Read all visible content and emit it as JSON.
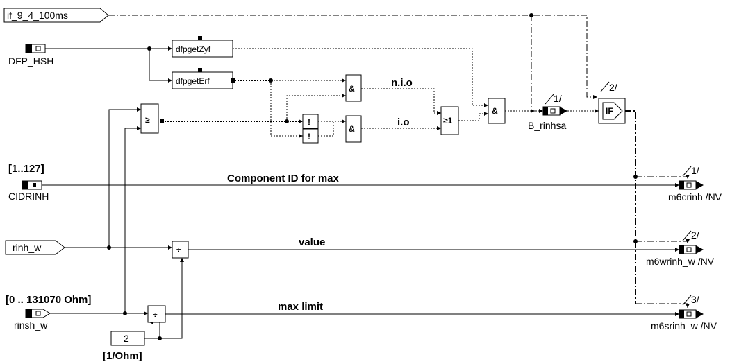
{
  "inputs": {
    "if_trigger": "if_9_4_100ms",
    "dfp_hsh": "DFP_HSH",
    "cidrinh": "CIDRINH",
    "rinh_w": "rinh_w",
    "rinsh_w": "rinsh_w"
  },
  "ranges": {
    "cid_range": "[1..127]",
    "rinsh_range": "[0 .. 131070 Ohm]",
    "const_unit": "[1/Ohm]"
  },
  "constants": {
    "two": "2"
  },
  "blocks": {
    "dfp_get_zyf": "dfpgetZyf",
    "dfp_get_erf": "dfpgetErf",
    "cmp_ge": "≥",
    "and": "&",
    "not": "!",
    "or": "≥1",
    "div": "÷",
    "if": "IF"
  },
  "signal_labels": {
    "nio": "n.i.o",
    "io": "i.o",
    "component_id": "Component ID for max",
    "value": "value",
    "max_limit": "max limit"
  },
  "outputs": {
    "b_rinhsa": "B_rinhsa",
    "m6crinh": "m6crinh /NV",
    "m6wrinh_w": "m6wrinh_w /NV",
    "m6srinh_w": "m6srinh_w /NV"
  },
  "sequence": {
    "s1": "1/",
    "s2": "2/",
    "o1": "1/",
    "o2": "2/",
    "o3": "3/"
  }
}
